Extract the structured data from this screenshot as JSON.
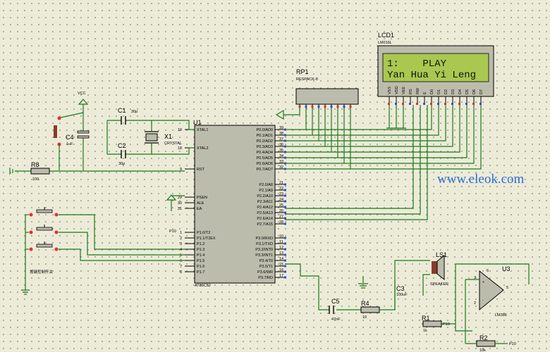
{
  "lcd": {
    "ref": "LCD1",
    "model": "LM016L",
    "line1": "1:    PLAY",
    "line2": "Yan Hua Yi Leng",
    "pins": [
      "VSS",
      "VDD",
      "VEE",
      "RS",
      "RW",
      "E",
      "D0",
      "D1",
      "D2",
      "D3",
      "D4",
      "D5",
      "D6",
      "D7"
    ]
  },
  "rp1": {
    "ref": "RP1",
    "model": "RESPACK-8"
  },
  "mcu": {
    "ref": "U1",
    "model": "AT89C52",
    "left_pins": [
      {
        "n": "19",
        "name": "XTAL1"
      },
      {
        "n": "18",
        "name": "XTAL2"
      },
      {
        "n": "9",
        "name": "RST"
      },
      {
        "n": "29",
        "name": "PSEN"
      },
      {
        "n": "30",
        "name": "ALE"
      },
      {
        "n": "31",
        "name": "EA"
      },
      {
        "n": "1",
        "name": "P1.0/T2"
      },
      {
        "n": "2",
        "name": "P1.1/T2EX"
      },
      {
        "n": "3",
        "name": "P1.2"
      },
      {
        "n": "4",
        "name": "P1.3"
      },
      {
        "n": "5",
        "name": "P1.4"
      },
      {
        "n": "6",
        "name": "P1.5"
      },
      {
        "n": "7",
        "name": "P1.6"
      },
      {
        "n": "8",
        "name": "P1.7"
      }
    ],
    "right_pins": [
      {
        "n": "39",
        "name": "P0.0/AD0"
      },
      {
        "n": "38",
        "name": "P0.1/AD1"
      },
      {
        "n": "37",
        "name": "P0.2/AD2"
      },
      {
        "n": "36",
        "name": "P0.3/AD3"
      },
      {
        "n": "35",
        "name": "P0.4/AD4"
      },
      {
        "n": "34",
        "name": "P0.5/AD5"
      },
      {
        "n": "33",
        "name": "P0.6/AD6"
      },
      {
        "n": "32",
        "name": "P0.7/AD7"
      },
      {
        "n": "21",
        "name": "P2.0/A8"
      },
      {
        "n": "22",
        "name": "P2.1/A9"
      },
      {
        "n": "23",
        "name": "P2.2/A10"
      },
      {
        "n": "24",
        "name": "P2.3/A11"
      },
      {
        "n": "25",
        "name": "P2.4/A12"
      },
      {
        "n": "26",
        "name": "P2.5/A13"
      },
      {
        "n": "27",
        "name": "P2.6/A14"
      },
      {
        "n": "28",
        "name": "P2.7/A15"
      },
      {
        "n": "10",
        "name": "P3.0/RXD"
      },
      {
        "n": "11",
        "name": "P3.1/TXD"
      },
      {
        "n": "12",
        "name": "P3.2/INT0"
      },
      {
        "n": "13",
        "name": "P3.3/INT1"
      },
      {
        "n": "14",
        "name": "P3.4/T0"
      },
      {
        "n": "15",
        "name": "P3.5/T1"
      },
      {
        "n": "16",
        "name": "P3.6/WR"
      },
      {
        "n": "17",
        "name": "P3.7/RD"
      }
    ]
  },
  "x1": {
    "ref": "X1",
    "model": "CRYSTAL"
  },
  "c1": {
    "ref": "C1",
    "value": "30p"
  },
  "c2": {
    "ref": "C2",
    "value": "30p"
  },
  "c3": {
    "ref": "C3",
    "value": "100uF"
  },
  "c4": {
    "ref": "C4",
    "value": "1uF"
  },
  "c5": {
    "ref": "C5",
    "value": "47nF"
  },
  "r1": {
    "ref": "R1",
    "value": "1k"
  },
  "r2": {
    "ref": "R2",
    "value": "10k"
  },
  "r4": {
    "ref": "R4",
    "value": "10"
  },
  "r8": {
    "ref": "R8",
    "value": "100"
  },
  "ls1": {
    "ref": "LS1",
    "model": "SPEAKER"
  },
  "u3": {
    "ref": "U3",
    "model": "LM386",
    "pin_labels": [
      "3",
      "2",
      "6",
      "5"
    ]
  },
  "vcc_label": "VCC",
  "p10_labels": [
    "P10",
    "P10",
    "P10"
  ],
  "switch_caption": "按键控制开关",
  "watermark": "www.eleok.com"
}
